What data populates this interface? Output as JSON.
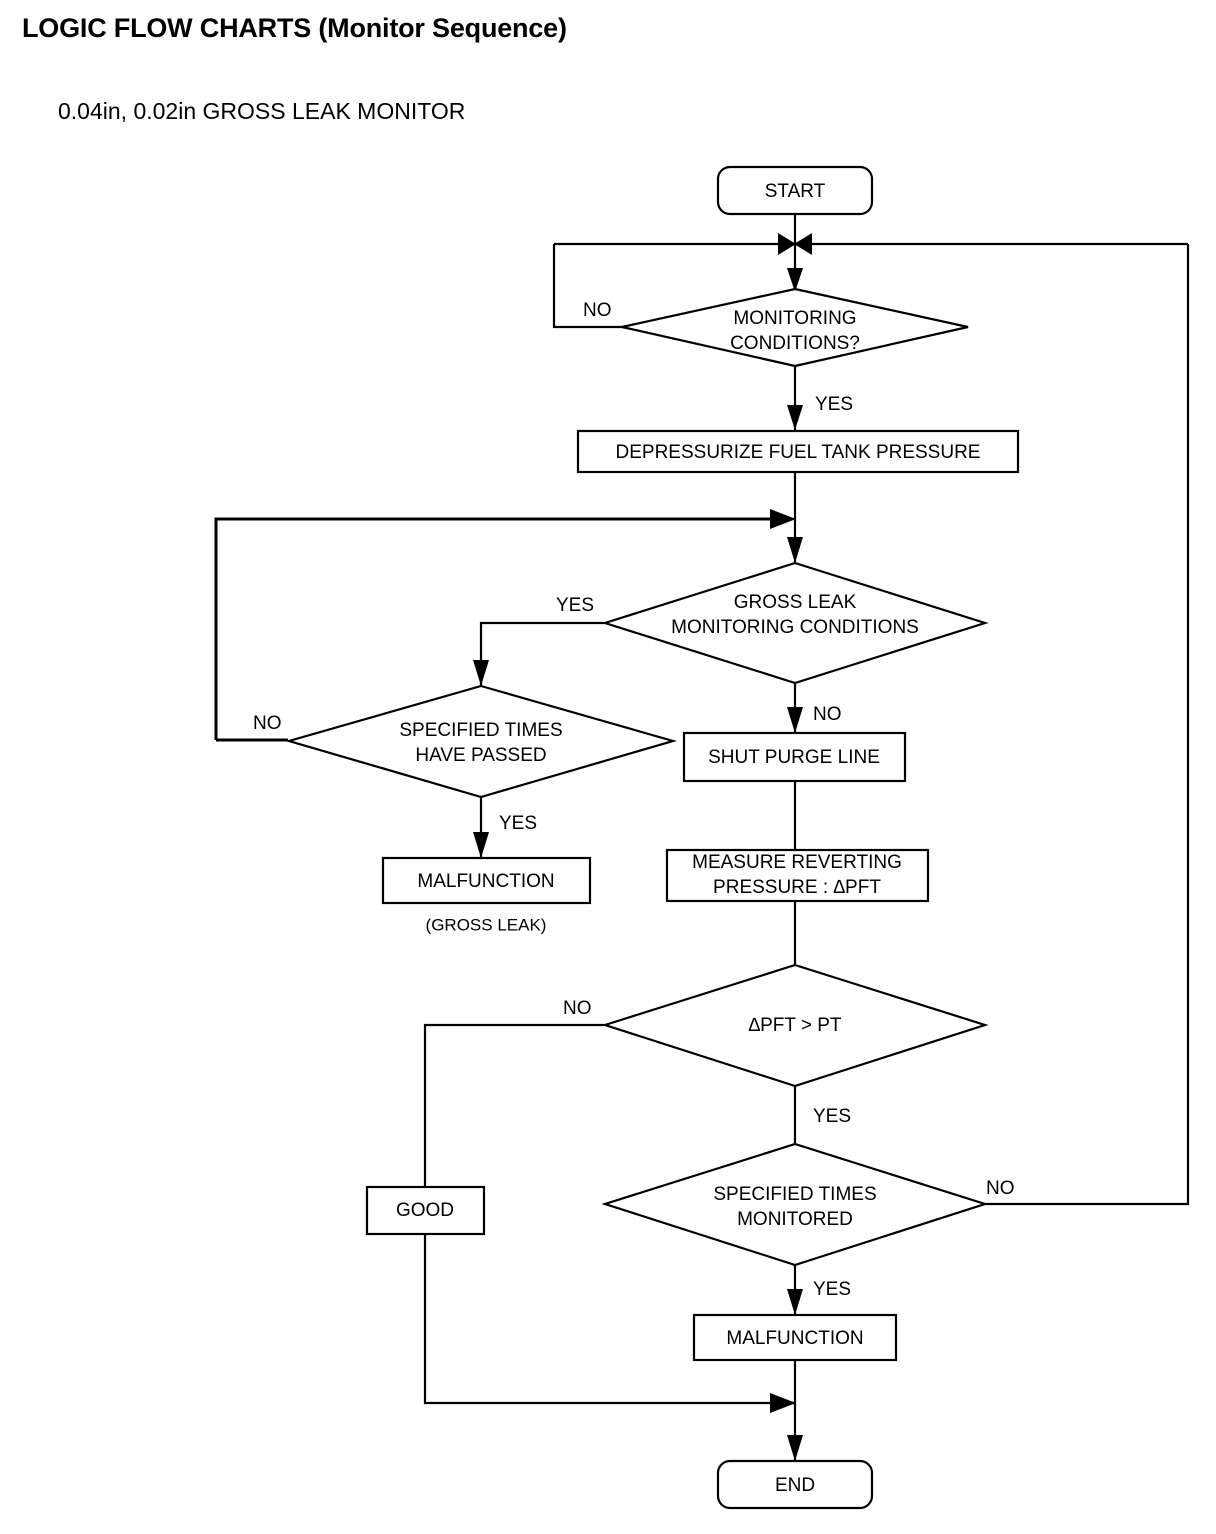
{
  "page": {
    "title": "LOGIC FLOW CHARTS (Monitor Sequence)",
    "subtitle": "0.04in, 0.02in GROSS LEAK MONITOR"
  },
  "colors": {
    "stroke": "#000000",
    "fill": "#ffffff",
    "text": "#000000"
  },
  "chart_data": {
    "type": "flowchart",
    "title": "0.04in, 0.02in GROSS LEAK MONITOR",
    "nodes": [
      {
        "id": "start",
        "shape": "terminator",
        "label": "START"
      },
      {
        "id": "mon_cond",
        "shape": "decision",
        "label": "MONITORING CONDITIONS?",
        "line1": "MONITORING",
        "line2": "CONDITIONS?"
      },
      {
        "id": "depress",
        "shape": "process",
        "label": "DEPRESSURIZE FUEL TANK PRESSURE"
      },
      {
        "id": "gl_cond",
        "shape": "decision",
        "label": "GROSS LEAK MONITORING CONDITIONS",
        "line1": "GROSS LEAK",
        "line2": "MONITORING CONDITIONS"
      },
      {
        "id": "times_passed",
        "shape": "decision",
        "label": "SPECIFIED TIMES HAVE PASSED",
        "line1": "SPECIFIED TIMES",
        "line2": "HAVE PASSED"
      },
      {
        "id": "malf_gl",
        "shape": "process",
        "label": "MALFUNCTION",
        "caption": "(GROSS LEAK)"
      },
      {
        "id": "shut_purge",
        "shape": "process",
        "label": "SHUT PURGE LINE"
      },
      {
        "id": "measure",
        "shape": "process",
        "label": "MEASURE REVERTING PRESSURE : ∆PFT",
        "line1": "MEASURE REVERTING",
        "line2_pre": "PRESSURE : ",
        "line2_delta": "∆",
        "line2_post": "PFT"
      },
      {
        "id": "pft_cmp",
        "shape": "decision",
        "label": "∆PFT > PT",
        "delta": "∆",
        "rest": "PFT > PT"
      },
      {
        "id": "good",
        "shape": "process",
        "label": "GOOD"
      },
      {
        "id": "times_mon",
        "shape": "decision",
        "label": "SPECIFIED TIMES MONITORED",
        "line1": "SPECIFIED TIMES",
        "line2": "MONITORED"
      },
      {
        "id": "malf",
        "shape": "process",
        "label": "MALFUNCTION"
      },
      {
        "id": "end",
        "shape": "terminator",
        "label": "END"
      }
    ],
    "edges": [
      {
        "from": "start",
        "to": "mon_cond",
        "label": ""
      },
      {
        "from": "mon_cond",
        "to": "mon_cond",
        "label": "NO"
      },
      {
        "from": "mon_cond",
        "to": "depress",
        "label": "YES"
      },
      {
        "from": "depress",
        "to": "gl_cond",
        "label": ""
      },
      {
        "from": "gl_cond",
        "to": "times_passed",
        "label": "YES"
      },
      {
        "from": "gl_cond",
        "to": "shut_purge",
        "label": "NO"
      },
      {
        "from": "times_passed",
        "to": "gl_cond",
        "label": "NO"
      },
      {
        "from": "times_passed",
        "to": "malf_gl",
        "label": "YES"
      },
      {
        "from": "shut_purge",
        "to": "measure",
        "label": ""
      },
      {
        "from": "measure",
        "to": "pft_cmp",
        "label": ""
      },
      {
        "from": "pft_cmp",
        "to": "good",
        "label": "NO"
      },
      {
        "from": "pft_cmp",
        "to": "times_mon",
        "label": "YES"
      },
      {
        "from": "times_mon",
        "to": "mon_cond",
        "label": "NO"
      },
      {
        "from": "times_mon",
        "to": "malf",
        "label": "YES"
      },
      {
        "from": "good",
        "to": "end",
        "label": ""
      },
      {
        "from": "malf",
        "to": "end",
        "label": ""
      }
    ],
    "edge_labels": {
      "mon_cond_no": "NO",
      "mon_cond_yes": "YES",
      "gl_cond_yes": "YES",
      "gl_cond_no": "NO",
      "times_passed_no": "NO",
      "times_passed_yes": "YES",
      "pft_no": "NO",
      "pft_yes": "YES",
      "times_mon_no": "NO",
      "times_mon_yes": "YES"
    }
  }
}
